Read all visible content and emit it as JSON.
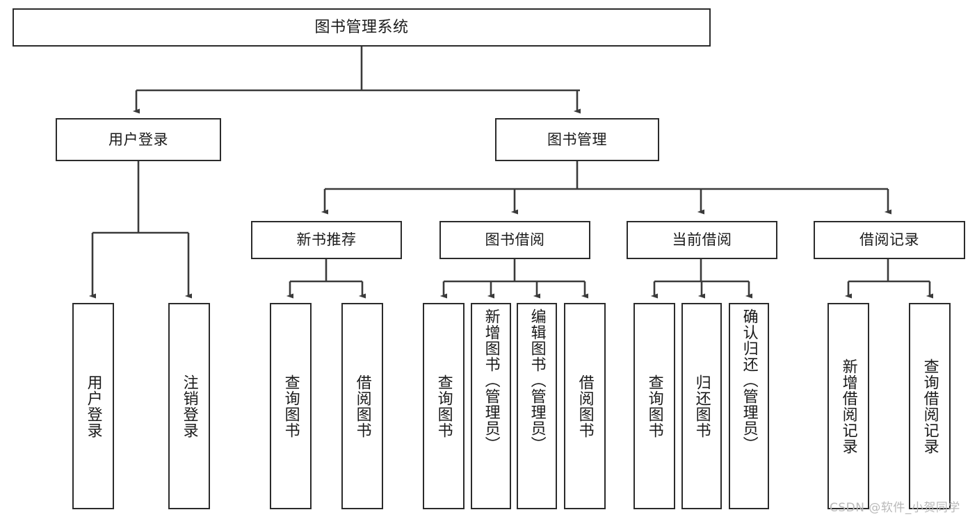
{
  "diagram": {
    "type": "tree-hierarchy-chart",
    "title": "图书管理系统",
    "orientation": "top-down",
    "colors": {
      "box_border": "#2b2b2b",
      "box_fill": "#ffffff",
      "connector": "#3a3a3a",
      "text": "#1a1a1a",
      "watermark": "#b9b9b9",
      "canvas": "#ffffff"
    },
    "root": {
      "label": "图书管理系统"
    },
    "level2": [
      {
        "label": "用户登录"
      },
      {
        "label": "图书管理"
      }
    ],
    "level3": [
      {
        "label": "新书推荐"
      },
      {
        "label": "图书借阅"
      },
      {
        "label": "当前借阅"
      },
      {
        "label": "借阅记录"
      }
    ],
    "leaves": {
      "user_login": [
        {
          "label": "用户登录"
        },
        {
          "label": "注销登录"
        }
      ],
      "new_book_recommend": [
        {
          "label": "查询图书"
        },
        {
          "label": "借阅图书"
        }
      ],
      "book_borrow": [
        {
          "label": "查询图书"
        },
        {
          "label": "新增图书（管理员）"
        },
        {
          "label": "编辑图书（管理员）"
        },
        {
          "label": "借阅图书"
        }
      ],
      "current_borrow": [
        {
          "label": "查询图书"
        },
        {
          "label": "归还图书"
        },
        {
          "label": "确认归还（管理员）"
        }
      ],
      "borrow_record": [
        {
          "label": "新增借阅记录"
        },
        {
          "label": "查询借阅记录"
        }
      ]
    },
    "watermark": "CSDN @软件_小贺同学"
  }
}
